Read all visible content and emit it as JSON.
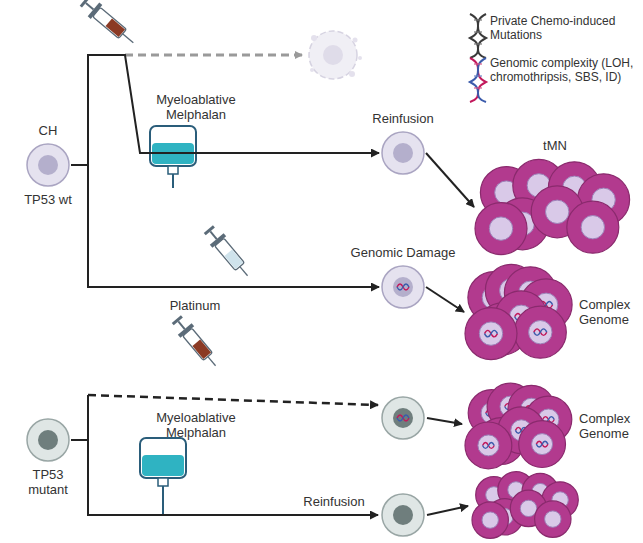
{
  "diagram": {
    "nodes": [
      {
        "text": [
          "CH",
          "TP53 wt"
        ]
      },
      {
        "text": [
          "Reinfusion"
        ]
      },
      {
        "text": [
          "tMN"
        ]
      },
      {
        "text": [
          "Genomic Damage"
        ]
      },
      {
        "text": [
          "Complex Genome"
        ]
      },
      {
        "text": [
          "TP53 mutant"
        ]
      },
      {
        "text": [
          "Complex Genome"
        ]
      }
    ],
    "edges": [
      {
        "from": 0,
        "to": 1,
        "arrow": "to"
      },
      {
        "from": 0,
        "to": 3,
        "arrow": "to"
      },
      {
        "from": 1,
        "to": 2,
        "arrow": "to"
      },
      {
        "from": 3,
        "to": 4,
        "arrow": "to"
      }
    ],
    "labels": [
      "Myeloablative Melphalan",
      "Platinum",
      "Myeloablative Melphalan",
      "Reinfusion"
    ],
    "legend": [
      {
        "text": "Private Chemo-induced Mutations"
      },
      {
        "text": "Genomic complexity (LOH, chromothripsis, SBS, ID)"
      }
    ]
  }
}
